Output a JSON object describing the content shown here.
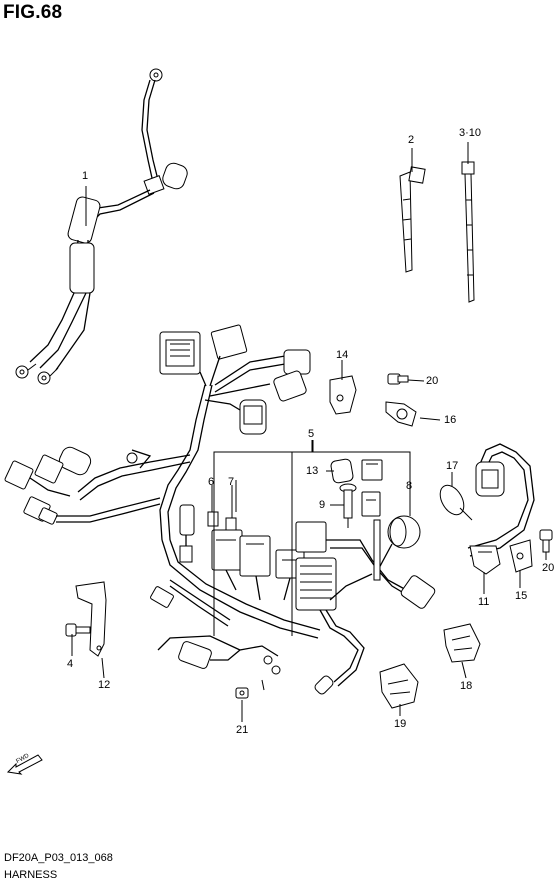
{
  "figure": {
    "title": "FIG.68"
  },
  "footer": {
    "code": "DF20A_P03_013_068",
    "caption": "HARNESS"
  },
  "direction_marker": {
    "text": "FWD",
    "icon": "fwd-arrow-icon"
  },
  "callouts": [
    {
      "id": "1",
      "text": "1"
    },
    {
      "id": "2",
      "text": "2"
    },
    {
      "id": "3",
      "text": "3·10"
    },
    {
      "id": "4",
      "text": "4"
    },
    {
      "id": "5",
      "text": "5"
    },
    {
      "id": "6",
      "text": "6"
    },
    {
      "id": "7",
      "text": "7"
    },
    {
      "id": "8",
      "text": "8"
    },
    {
      "id": "9",
      "text": "9"
    },
    {
      "id": "11",
      "text": "11"
    },
    {
      "id": "12",
      "text": "12"
    },
    {
      "id": "13",
      "text": "13"
    },
    {
      "id": "14",
      "text": "14"
    },
    {
      "id": "15",
      "text": "15"
    },
    {
      "id": "16",
      "text": "16"
    },
    {
      "id": "17",
      "text": "17"
    },
    {
      "id": "18",
      "text": "18"
    },
    {
      "id": "19",
      "text": "19"
    },
    {
      "id": "20a",
      "text": "20"
    },
    {
      "id": "20b",
      "text": "20"
    },
    {
      "id": "21",
      "text": "21"
    }
  ]
}
